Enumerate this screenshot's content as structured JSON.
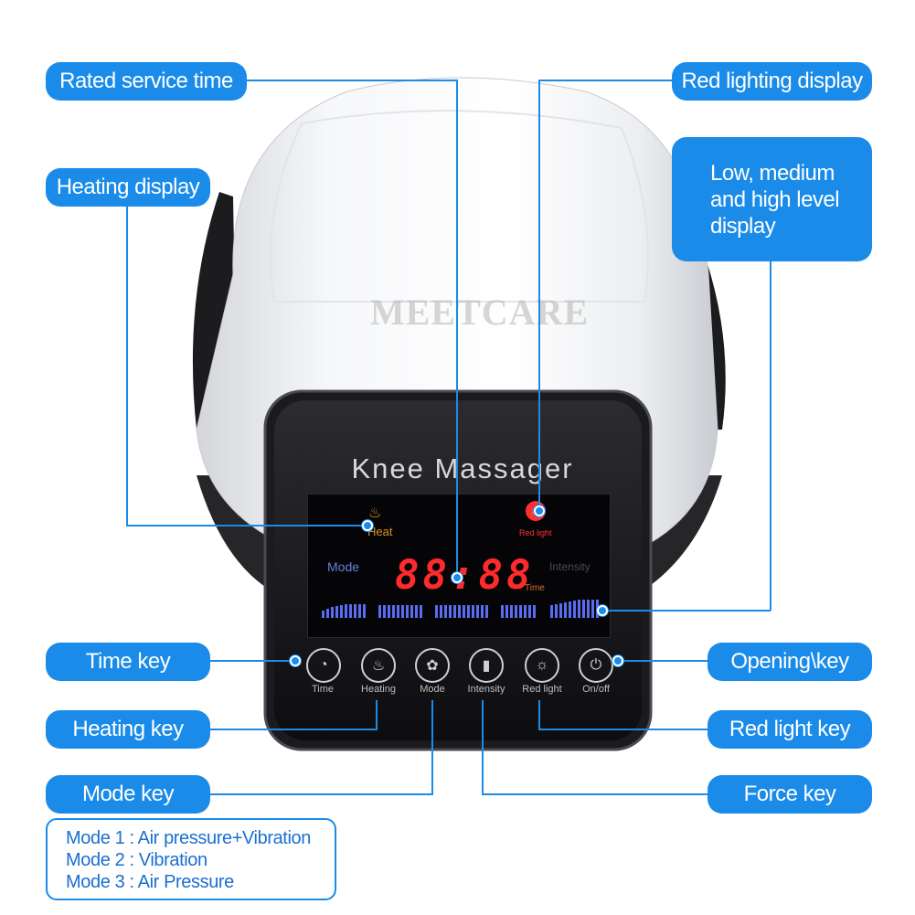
{
  "callouts": {
    "rated_service_time": "Rated service time",
    "red_lighting_display": "Red lighting display",
    "heating_display": "Heating display",
    "level_display_lines": [
      "Low, medium",
      "and high level",
      "display"
    ],
    "time_key": "Time key",
    "opening_key": "Opening\\key",
    "heating_key": "Heating key",
    "red_light_key": "Red light key",
    "mode_key": "Mode key",
    "force_key": "Force key"
  },
  "device": {
    "brand": "MEETCARE",
    "panel_title": "Knee Massager",
    "screen": {
      "heat_label": "Heat",
      "red_light_label": "Red light",
      "mode_label": "Mode",
      "intensity_label": "Intensity",
      "time_label": "Time",
      "digits": "88:88"
    },
    "keys": [
      {
        "label": "Time",
        "icon": "clock-icon",
        "glyph": "◔"
      },
      {
        "label": "Heating",
        "icon": "heat-waves-icon",
        "glyph": "♨"
      },
      {
        "label": "Mode",
        "icon": "fan-icon",
        "glyph": "✿"
      },
      {
        "label": "Intensity",
        "icon": "bars-icon",
        "glyph": "▮"
      },
      {
        "label": "Red light",
        "icon": "sun-icon",
        "glyph": "☼"
      },
      {
        "label": "On/off",
        "icon": "power-icon",
        "glyph": "⏻"
      }
    ]
  },
  "modes": [
    "Mode 1 : Air pressure+Vibration",
    "Mode 2 : Vibration",
    "Mode 3 : Air Pressure"
  ],
  "colors": {
    "accent": "#1a8be8",
    "digits": "#ff2a2a",
    "heat": "#d9941e",
    "bars": "#5a6cf0"
  }
}
